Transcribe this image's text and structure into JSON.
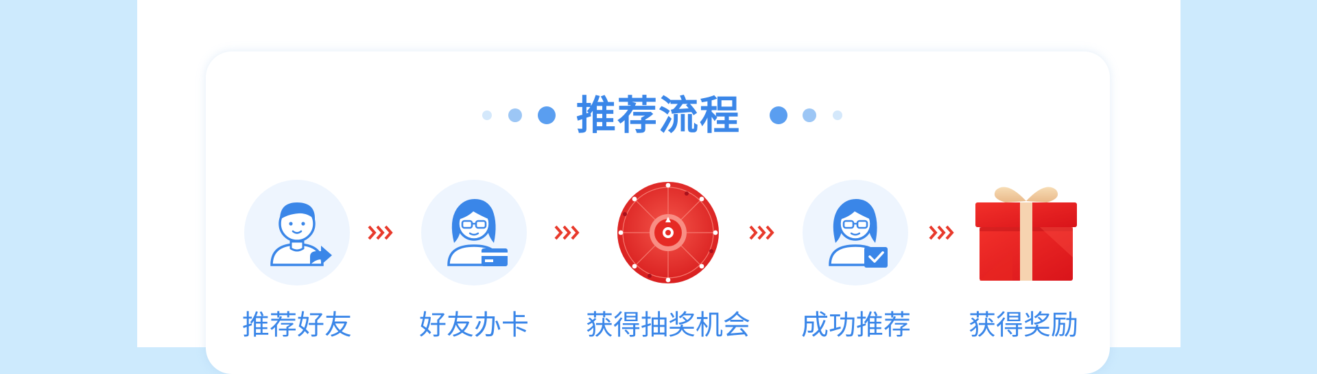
{
  "section": {
    "title": "推荐流程"
  },
  "steps": [
    {
      "label": "推荐好友",
      "icon": "user-share-icon"
    },
    {
      "label": "好友办卡",
      "icon": "user-card-icon"
    },
    {
      "label": "获得抽奖机会",
      "icon": "prize-wheel-icon"
    },
    {
      "label": "成功推荐",
      "icon": "user-check-icon"
    },
    {
      "label": "获得奖励",
      "icon": "gift-box-icon"
    }
  ],
  "colors": {
    "accent": "#3a86e8",
    "arrow": "#e8392b",
    "page_background": "#cdeafd",
    "icon_circle": "#eef5fe"
  }
}
